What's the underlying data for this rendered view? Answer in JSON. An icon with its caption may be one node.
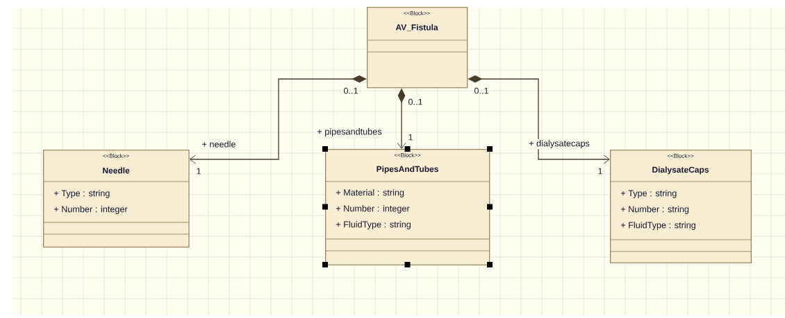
{
  "diagram": {
    "nodes": [
      {
        "text": [
          "<<Block>>",
          "AV_Fistula"
        ]
      },
      {
        "text": [
          "<<Block>>",
          "Needle",
          "+ Type : string",
          "+ Number : integer"
        ]
      },
      {
        "text": [
          "<<Block>>",
          "PipesAndTubes",
          "+ Material : string",
          "+ Number : integer",
          "+ FluidType : string"
        ]
      },
      {
        "text": [
          "<<Block>>",
          "DialysateCaps",
          "+ Type : string",
          "+ Number : string",
          "+ FluidType : string"
        ]
      }
    ],
    "edges": [
      {
        "from": 0,
        "to": 1,
        "arrow": "to",
        "label": "+ needle"
      },
      {
        "from": 0,
        "to": 2,
        "arrow": "to",
        "label": "+ pipesandtubes"
      },
      {
        "from": 0,
        "to": 3,
        "arrow": "to",
        "label": "+ dialysatecaps"
      }
    ],
    "labels": [
      "0..1",
      "0..1",
      "0..1",
      "1",
      "1",
      "1"
    ]
  }
}
